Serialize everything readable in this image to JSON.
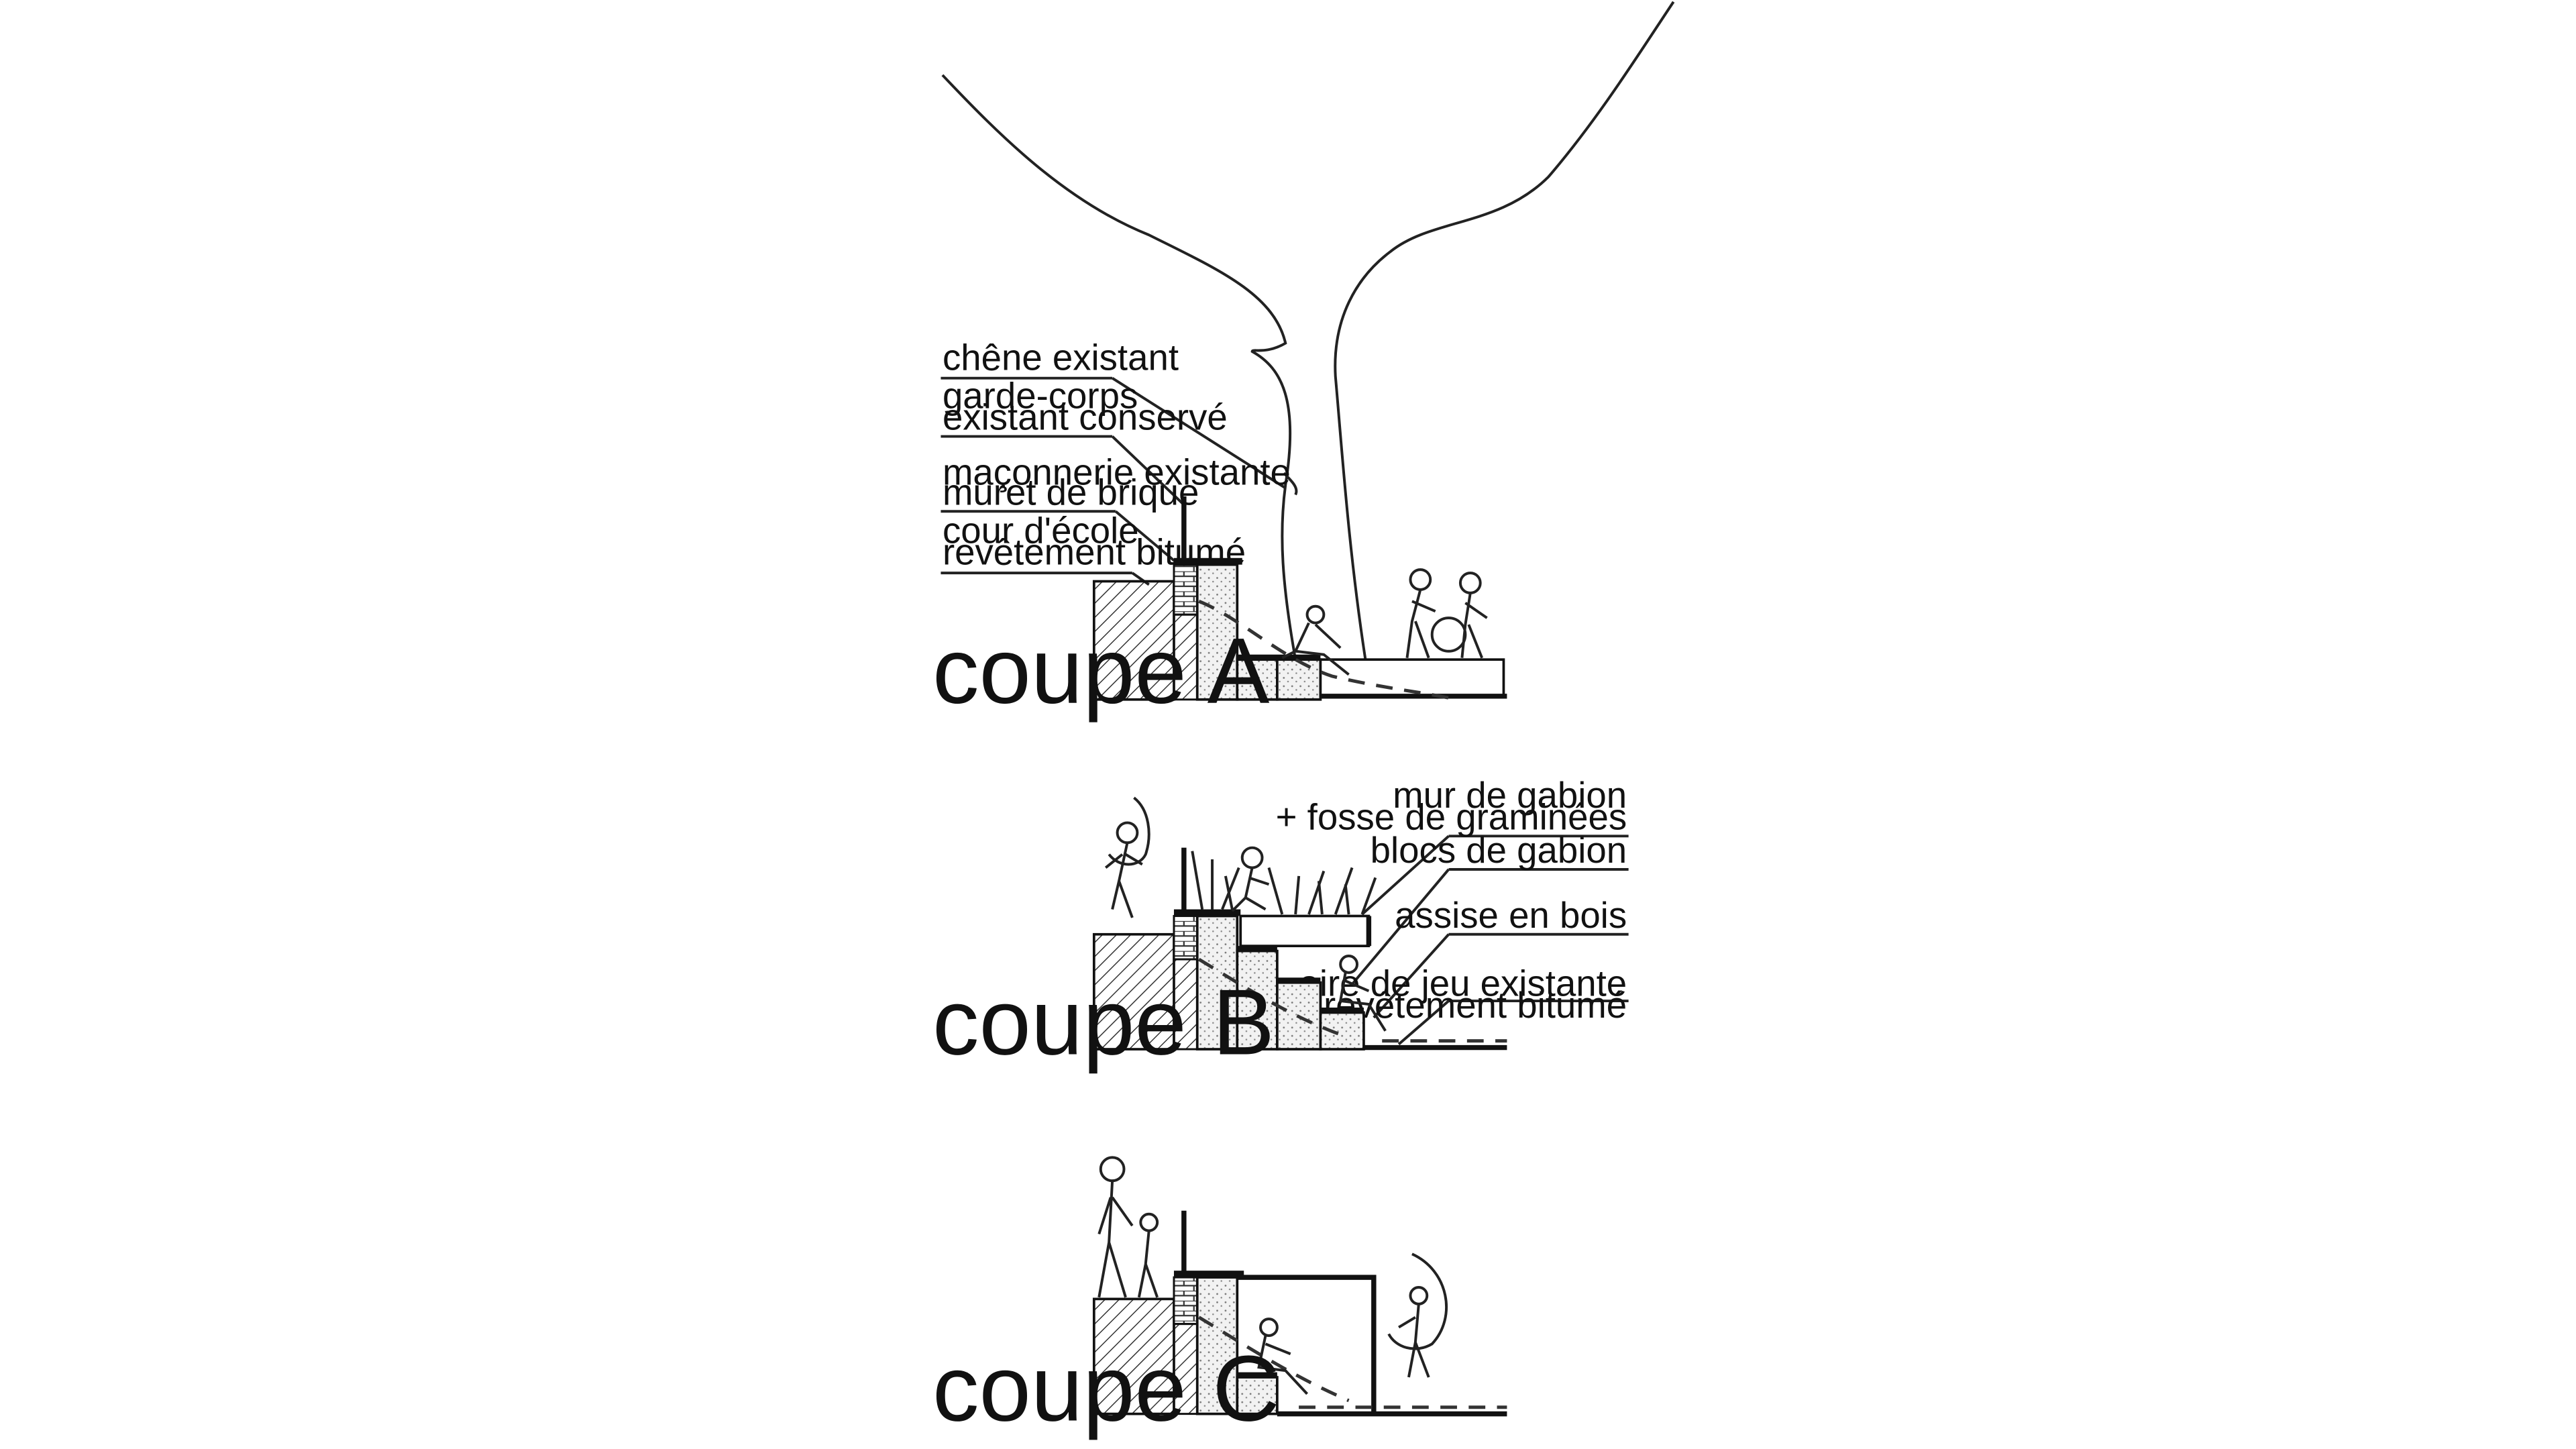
{
  "sections": [
    {
      "title": "coupe A",
      "labels": [
        [
          "chêne existant"
        ],
        [
          "garde-corps",
          "existant conservé"
        ],
        [
          "maçonnerie existante",
          "muret de brique"
        ],
        [
          "cour d'école",
          "revêtement bitumé"
        ]
      ]
    },
    {
      "title": "coupe B",
      "labels": [
        [
          "mur de gabion",
          "+ fosse de graminées"
        ],
        [
          "blocs de gabion"
        ],
        [
          "assise en bois"
        ],
        [
          "aire de jeu existante",
          "revêtement bitumé"
        ]
      ]
    },
    {
      "title": "coupe C",
      "labels": []
    }
  ],
  "colors": {
    "ink": "#111111",
    "background": "#ffffff"
  }
}
